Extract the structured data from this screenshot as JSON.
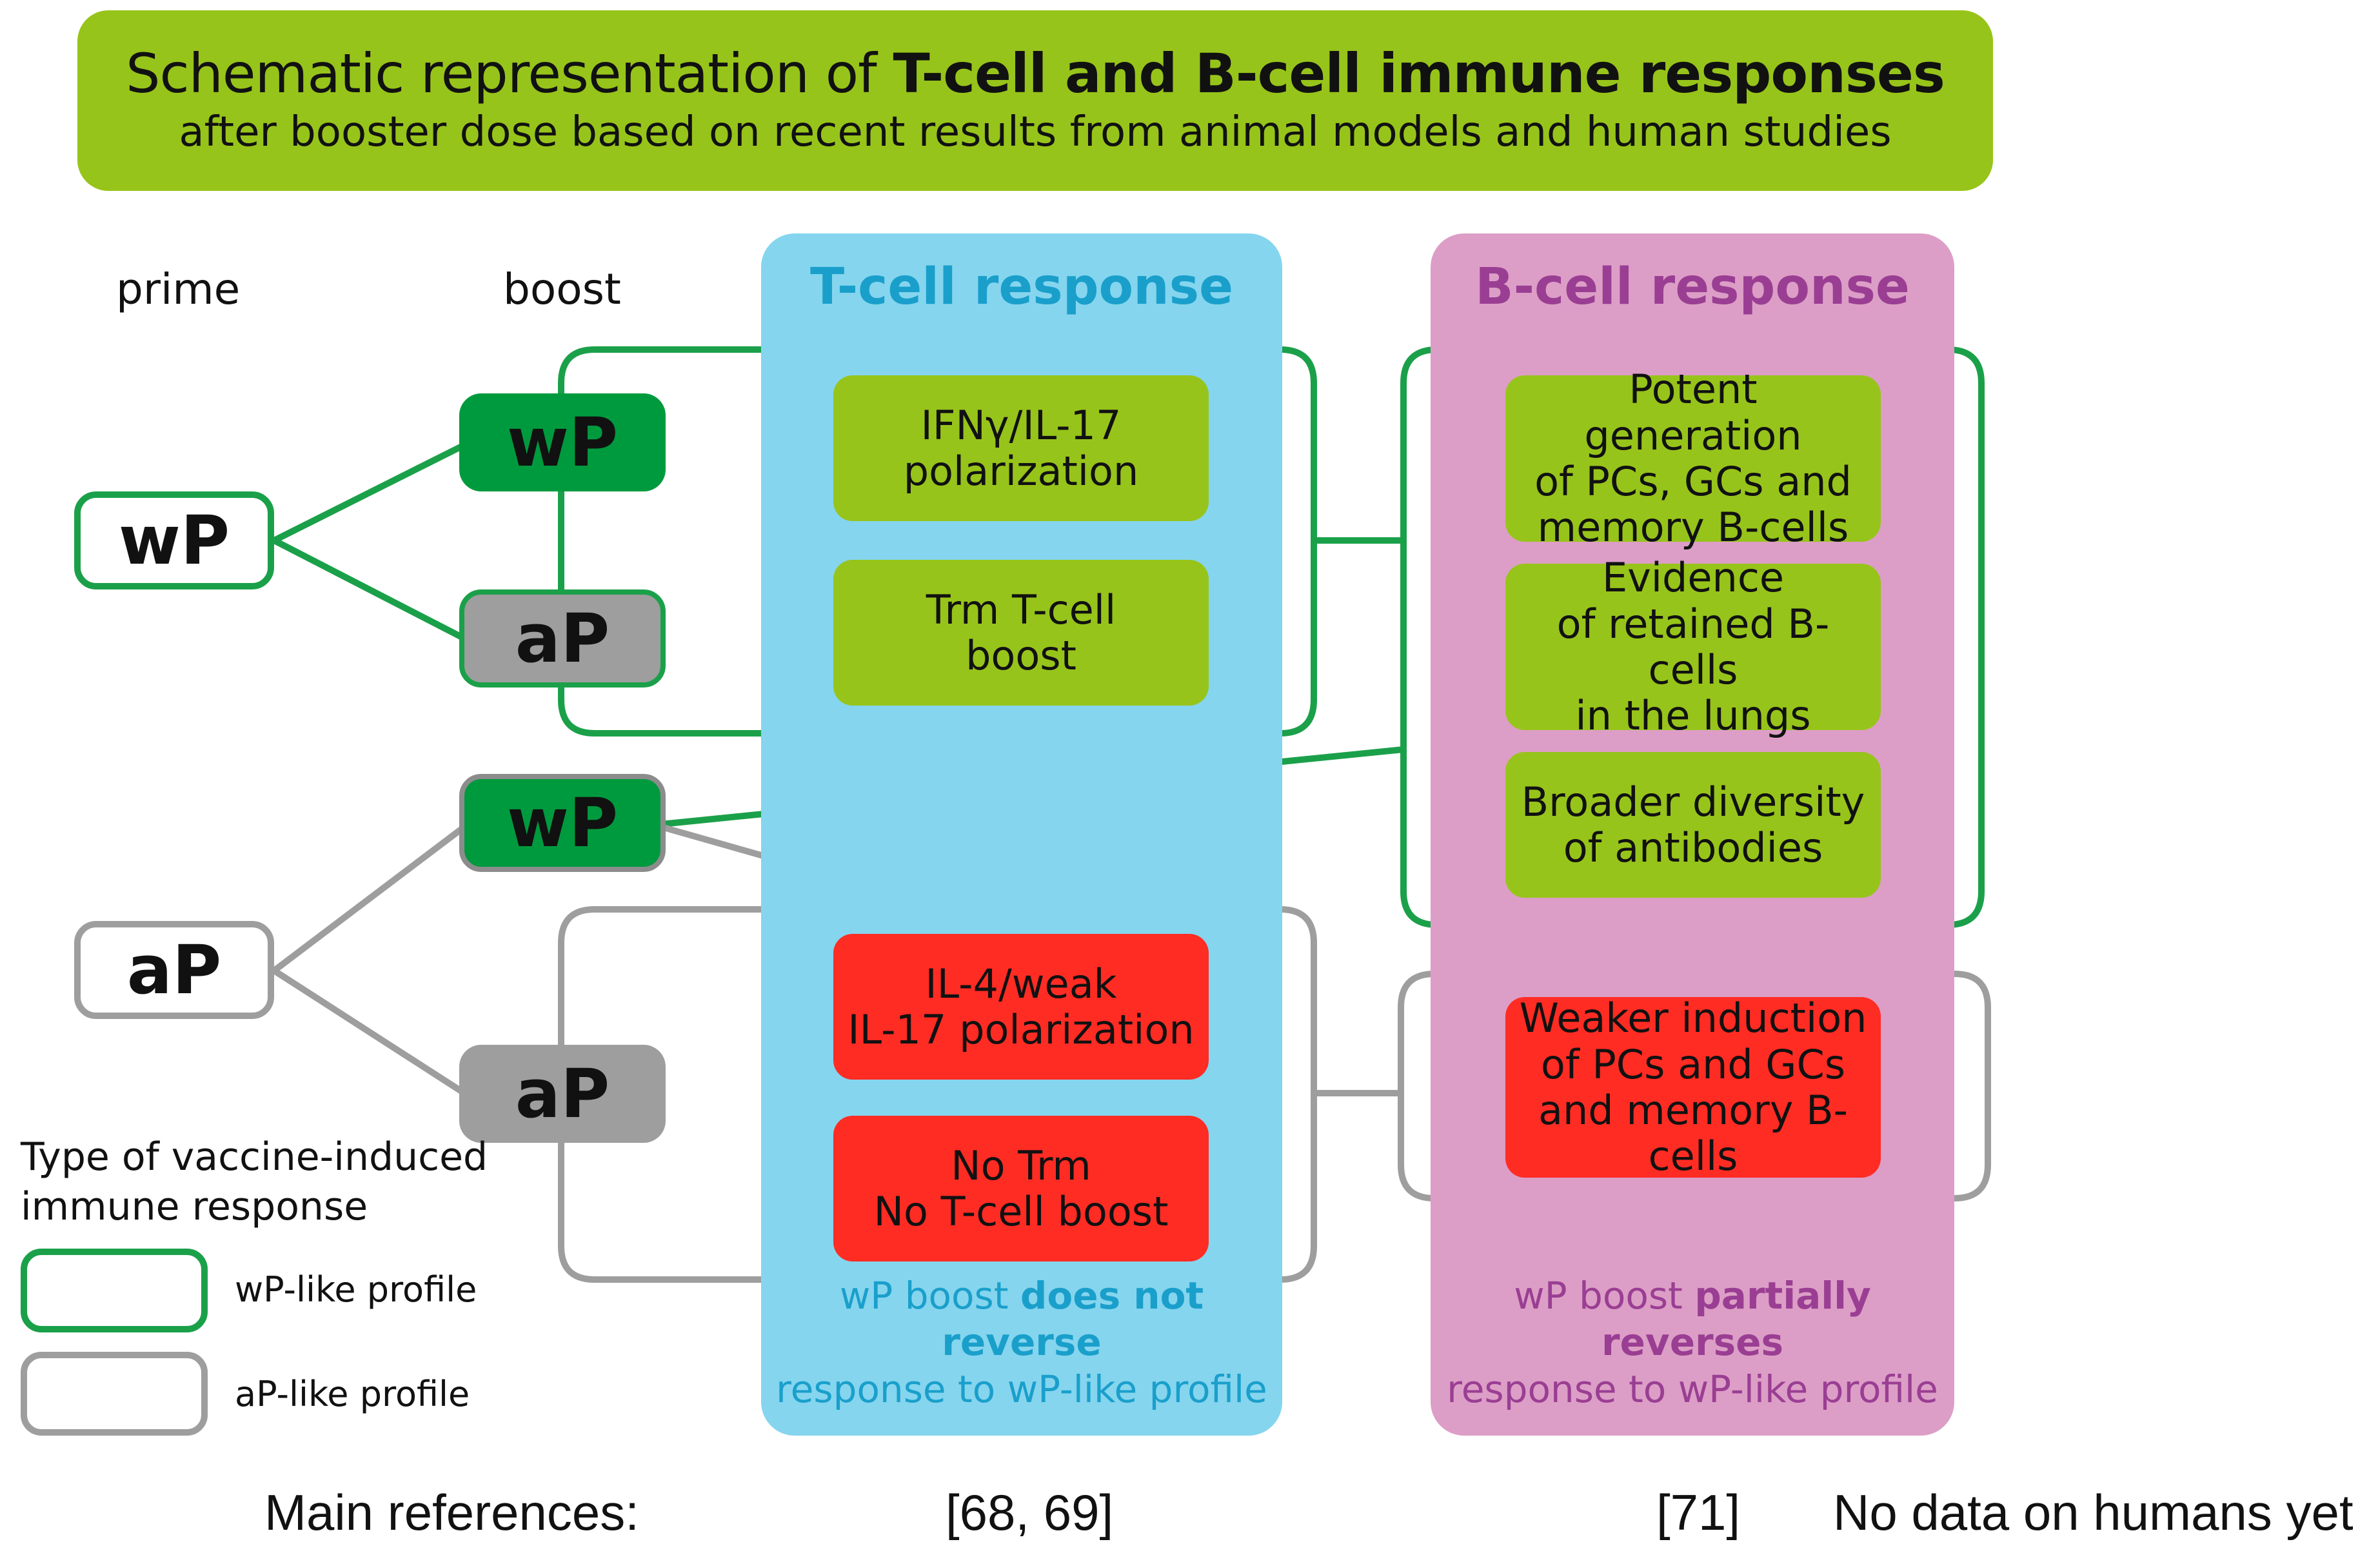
{
  "title": {
    "line1_prefix": "Schematic representation of ",
    "line1_bold": "T-cell and B-cell immune responses",
    "line2": "after booster dose based on recent results from animal models and human studies"
  },
  "columns": {
    "prime": "prime",
    "boost": "boost"
  },
  "vaccines": {
    "prime_wp": "wP",
    "prime_ap": "aP",
    "boost_wp_top": "wP",
    "boost_ap_top": "aP",
    "boost_wp_bottom": "wP",
    "boost_ap_bottom": "aP"
  },
  "t_cell_panel": {
    "title": "T-cell response",
    "results": [
      {
        "text": "IFNγ/IL-17\npolarization",
        "color": "green"
      },
      {
        "text": "Trm T-cell\nboost",
        "color": "green"
      },
      {
        "text": "IL-4/weak\nIL-17 polarization",
        "color": "red"
      },
      {
        "text": "No Trm\nNo T-cell boost",
        "color": "red"
      }
    ],
    "footer_prefix": "wP boost ",
    "footer_bold": "does not reverse",
    "footer_suffix": "response to wP-like profile"
  },
  "b_cell_panel": {
    "title": "B-cell response",
    "results": [
      {
        "text": "Potent generation\nof PCs, GCs and\nmemory B-cells",
        "color": "green"
      },
      {
        "text": "Evidence\nof retained B-cells\nin the lungs",
        "color": "green"
      },
      {
        "text": "Broader diversity\nof antibodies",
        "color": "green"
      },
      {
        "text": "Weaker induction\nof PCs and GCs\nand memory B-cells",
        "color": "red"
      }
    ],
    "footer_prefix": "wP boost ",
    "footer_bold": "partially reverses",
    "footer_suffix": "response to wP-like profile"
  },
  "legend": {
    "title": "Type of vaccine-induced\nimmune response",
    "items": [
      {
        "label": "wP-like profile",
        "color": "#1ba04a"
      },
      {
        "label": "aP-like profile",
        "color": "#9e9e9e"
      }
    ]
  },
  "references": {
    "label": "Main references:",
    "t_cell_refs": "[68, 69]",
    "b_cell_refs": "[71]",
    "note": "No data on humans yet"
  },
  "colors": {
    "banner": "#97c41a",
    "t_panel": "#85d5ee",
    "b_panel": "#dc9ec6",
    "wp_green": "#009a3e",
    "ap_gray": "#9e9e9e",
    "result_green": "#97c41a",
    "result_red": "#ff2c24"
  }
}
